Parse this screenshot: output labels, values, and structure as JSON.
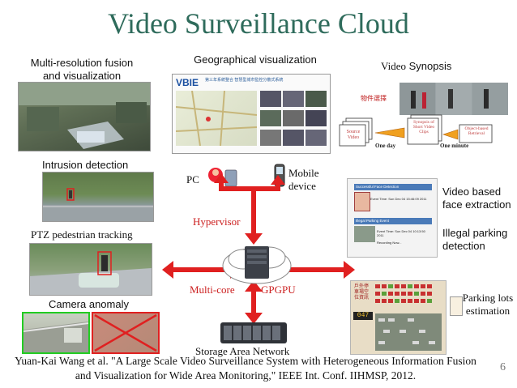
{
  "slide": {
    "title": "Video Surveillance Cloud",
    "page_number": "6"
  },
  "labels": {
    "multires": "Multi-resolution fusion and visualization",
    "geo": "Geographical visualization",
    "synopsis_prefix": "Video",
    "synopsis_suffix": "Synopsis",
    "intrusion": "Intrusion detection",
    "ptz": "PTZ pedestrian tracking",
    "camera_anomaly": "Camera anomaly",
    "pc": "PC",
    "mobile": "Mobile device",
    "hypervisor": "Hypervisor",
    "multicore": "Multi-core",
    "gpgpu": "GPGPU",
    "san": "Storage Area Network",
    "face": "Video based face extraction",
    "parking_illegal": "Illegal parking detection",
    "parking_lots": "Parking lots estimation"
  },
  "synopsis_diagram": {
    "banner": "物件選擇",
    "source": "Source Video",
    "clips": "Synopsis of Short Video Clips",
    "retrieval": "Object-based Retrieval",
    "one_day": "One day",
    "one_minute": "One minute"
  },
  "geo_thumb": {
    "logo": "VBIE",
    "header_cn": "第三年系統整合 智慧型城市監控分散式系統"
  },
  "face_thumb": {
    "face_title": "Successful Face Detection",
    "face_time": "Event Time: Sun Dec 04 15:46:09 2011",
    "park_title": "Illegal Parking Event",
    "park_time": "Event Time: Sun Dec 04 10:13:50 2011",
    "recording": "Recording Now..."
  },
  "parking_thumb": {
    "sign_cn": "戶外停車場空位資訊",
    "count": "047"
  },
  "citation": "Yuan-Kai Wang et al. \"A Large Scale Video Surveillance System with Heterogeneous Information Fusion and Visualization for Wide Area Monitoring,\" IEEE Int. Conf. IIHMSP, 2012.",
  "colors": {
    "title": "#2e6b5b",
    "accent_red": "#cc2020",
    "arrow_red": "#e02020"
  }
}
